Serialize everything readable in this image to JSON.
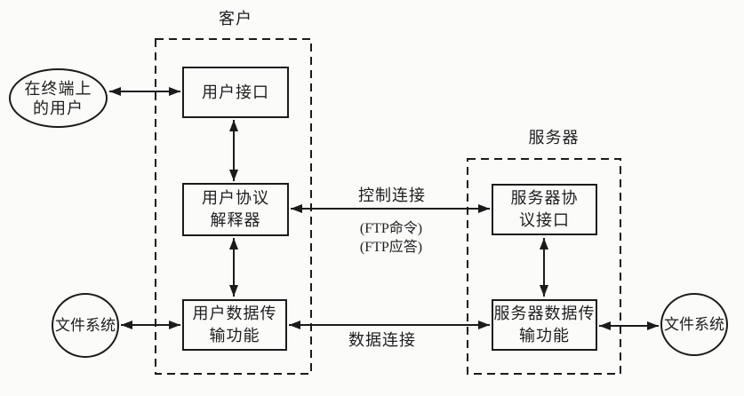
{
  "diagram": {
    "client_group_title": "客户",
    "server_group_title": "服务器",
    "nodes": {
      "terminal_user": {
        "line1": "在终端上",
        "line2": "的用户"
      },
      "user_interface": {
        "line1": "用户接口"
      },
      "user_protocol_interpreter": {
        "line1": "用户协议",
        "line2": "解释器"
      },
      "user_data_transfer": {
        "line1": "用户数据传",
        "line2": "输功能"
      },
      "server_protocol_interface": {
        "line1": "服务器协",
        "line2": "议接口"
      },
      "server_data_transfer": {
        "line1": "服务器数据传",
        "line2": "输功能"
      },
      "file_system_left": {
        "line1": "文件系统"
      },
      "file_system_right": {
        "line1": "文件系统"
      }
    },
    "connection_labels": {
      "control_connection": "控制连接",
      "ftp_command": "(FTP命令)",
      "ftp_reply": "(FTP应答)",
      "data_connection": "数据连接"
    },
    "colors": {
      "line": "#1b1b1b",
      "background": "#fbfbfa",
      "text": "#1e1e1e"
    }
  }
}
